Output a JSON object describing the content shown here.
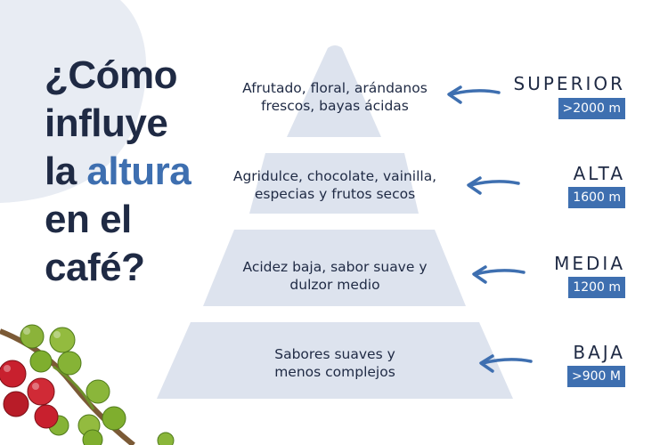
{
  "title": {
    "line1": "¿Cómo",
    "line2": "influye",
    "line3_pre": "la ",
    "line3_accent": "altura",
    "line4": "en el",
    "line5": "café?"
  },
  "tiers": [
    {
      "level": "SUPERIOR",
      "altitude": ">2000 m",
      "desc_line1": "Afrutado, floral, arándanos",
      "desc_line2": "frescos, bayas ácidas"
    },
    {
      "level": "ALTA",
      "altitude": "1600 m",
      "desc_line1": "Agridulce, chocolate, vainilla,",
      "desc_line2": "especias y frutos secos"
    },
    {
      "level": "MEDIA",
      "altitude": "1200 m",
      "desc_line1": "Acidez baja, sabor suave y",
      "desc_line2": "dulzor medio"
    },
    {
      "level": "BAJA",
      "altitude": ">900 M",
      "desc_line1": "Sabores suaves y",
      "desc_line2": "menos complejos"
    }
  ],
  "colors": {
    "title": "#1f2a44",
    "accent": "#3e6fb0",
    "pyramid": "#dde3ee",
    "blob": "#e8ecf3",
    "badge": "#3e6fb0",
    "arrow": "#3e6fb0",
    "berry_red": "#c8202e",
    "berry_green": "#7fae2e"
  },
  "icons": {
    "arrow": "arrow-left-icon",
    "decoration": "coffee-branch-icon"
  }
}
